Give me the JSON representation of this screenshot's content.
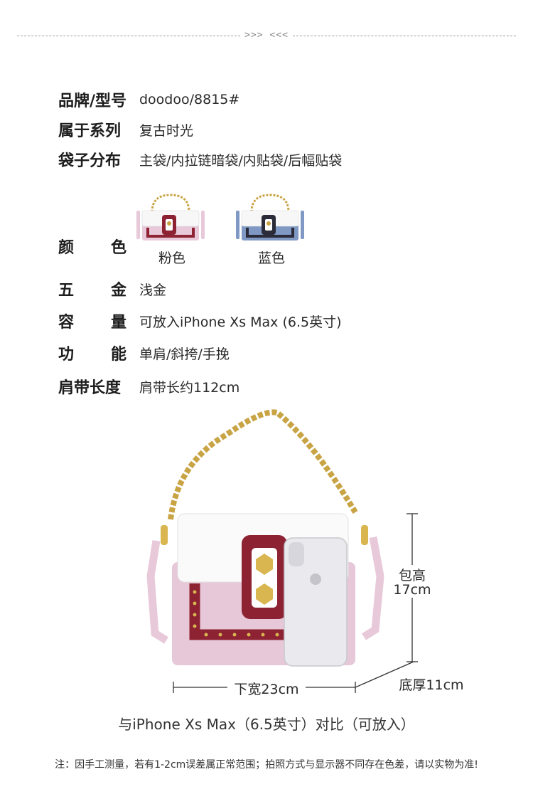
{
  "divider": {
    "arrows": ">>> <<<"
  },
  "specs": {
    "brand": {
      "label": "品牌/型号",
      "value": "doodoo/8815#"
    },
    "series": {
      "label": "属于系列",
      "value": "复古时光"
    },
    "pockets": {
      "label": "袋子分布",
      "value": "主袋/内拉链暗袋/内贴袋/后幅贴袋"
    },
    "color": {
      "label_a": "颜",
      "label_b": "色"
    },
    "hardware": {
      "label_a": "五",
      "label_b": "金",
      "value": "浅金"
    },
    "capacity": {
      "label_a": "容",
      "label_b": "量",
      "value": "可放入iPhone Xs Max (6.5英寸)"
    },
    "function": {
      "label_a": "功",
      "label_b": "能",
      "value": "单肩/斜挎/手挽"
    },
    "strap": {
      "label": "肩带长度",
      "value": "肩带长约112cm"
    }
  },
  "colors": [
    {
      "name": "粉色",
      "body_color": "#e8c9d9",
      "accent": "#8c2232"
    },
    {
      "name": "蓝色",
      "body_color": "#7f98c4",
      "accent": "#2b2b3a"
    }
  ],
  "dimensions": {
    "height_label": "包高",
    "height_value": "17cm",
    "width_label": "下宽23cm",
    "depth_label": "底厚11cm"
  },
  "caption": "与iPhone Xs Max（6.5英寸）对比（可放入）",
  "note": "注：因手工测量，若有1-2cm误差属正常范围；拍照方式与显示器不同存在色差，请以实物为准!"
}
